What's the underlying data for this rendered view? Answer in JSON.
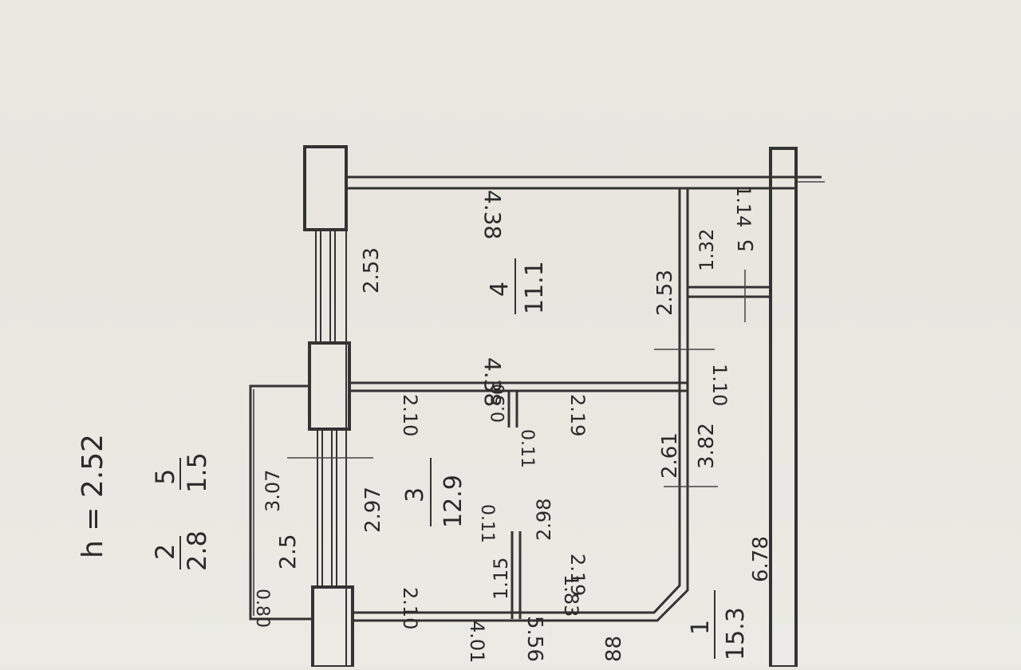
{
  "colors": {
    "paper": "#e8e7e0",
    "ink": "#2c2c2c",
    "wall": "#3a3a3a"
  },
  "header": {
    "h_label": "h = 2.52",
    "room2_num": "2",
    "room2_area": "2.8",
    "room5_num": "5",
    "room5_area": "1.5"
  },
  "rooms": {
    "r1_num": "1",
    "r1_area": "15.3",
    "r3_num": "3",
    "r3_area": "12.9",
    "r4_num": "4",
    "r4_area": "11.1",
    "r5_num": "5"
  },
  "dims": {
    "d_438_top": "4.38",
    "d_438_mid": "4.38",
    "d_253_left": "2.53",
    "d_253_right": "2.53",
    "d_132": "1.32",
    "d_114": "1.14",
    "d_110": "1.10",
    "d_210_a": "2.10",
    "d_050": "0.50",
    "d_011_a": "0.11",
    "d_219_a": "2.19",
    "d_261": "2.61",
    "d_382": "3.82",
    "d_307": "3.07",
    "d_297": "2.97",
    "d_25": "2.5",
    "d_080": "0.80",
    "d_298": "2.98",
    "d_011_b": "0.11",
    "d_115": "1.15",
    "d_219_b": "2.19",
    "d_210_b": "2.10",
    "d_183": "1.83",
    "d_678": "6.78",
    "d_401": "4.01",
    "d_556": "5.56",
    "d_88": "88"
  }
}
